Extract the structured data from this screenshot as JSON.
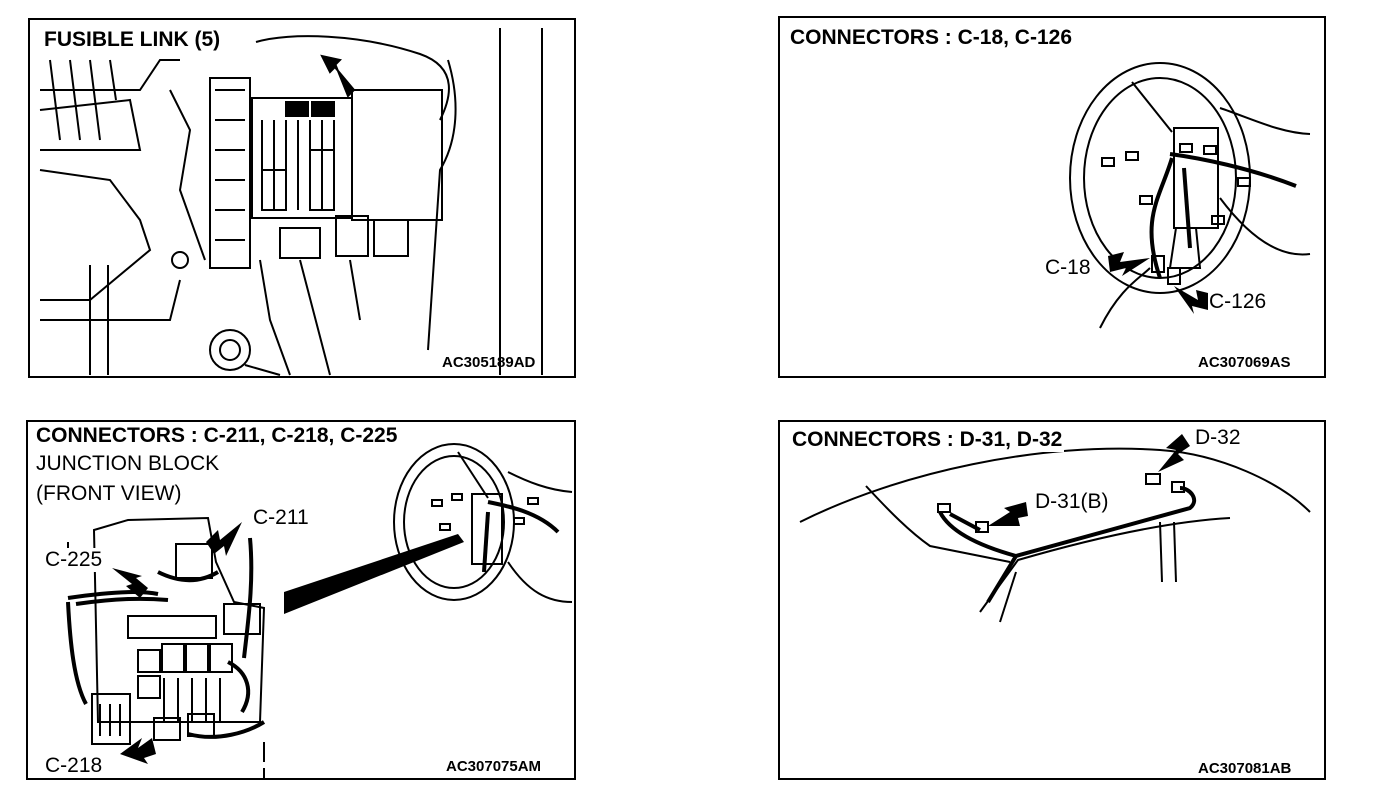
{
  "panels": {
    "fusible": {
      "title": "FUSIBLE LINK (5)",
      "code": "AC305189AD"
    },
    "c18": {
      "title": "CONNECTORS : C-18, C-126",
      "code": "AC307069AS",
      "labels": {
        "c18": "C-18",
        "c126": "C-126"
      }
    },
    "jb": {
      "title": "CONNECTORS : C-211, C-218, C-225",
      "subtitle1": "JUNCTION BLOCK",
      "subtitle2": "(FRONT VIEW)",
      "code": "AC307075AM",
      "labels": {
        "c211": "C-211",
        "c225": "C-225",
        "c218": "C-218"
      }
    },
    "d31": {
      "title": "CONNECTORS : D-31, D-32",
      "code": "AC307081AB",
      "labels": {
        "d32": "D-32",
        "d31": "D-31(B)"
      }
    }
  }
}
